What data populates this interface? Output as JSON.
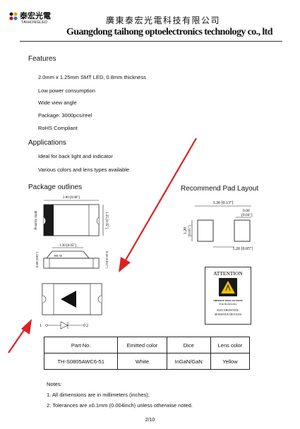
{
  "header": {
    "logo_cn": "泰宏光電",
    "logo_en": "TAIHONGLED",
    "company_cn": "廣東泰宏光電科技有限公司",
    "company_en": "Guangdong taihong optoelectronics technology co., ltd"
  },
  "features": {
    "heading": "Features",
    "items": [
      "2.0mm x 1.25mm SMT LED, 0.8mm thickness",
      "Low power consumption",
      "Wide view angle",
      "Package: 3000pcs/reel",
      "RoHS Compliant"
    ]
  },
  "applications": {
    "heading": "Applications",
    "items": [
      "Ideal for back light and indicator",
      "Various colors and lens types available"
    ]
  },
  "package": {
    "heading": "Package outlines",
    "dim_length": "2.00 [0.08\"]",
    "dim_width": "1.25 [0.05\"]",
    "polarity_mark": "Polarity mark",
    "dim_pad": "1.30 [0.05\"]",
    "dim_height": "0.80 [0.03\"]",
    "dim_height2": "0.30 [0.012\"]",
    "dim_r": "R0.30",
    "pin1": "1",
    "pin2": "2"
  },
  "pad_layout": {
    "heading": "Recommend Pad Layout",
    "dim_total": "3.30 [0.13\"]",
    "dim_pad_w": "0.90",
    "dim_pad_w_in": "[0.04\"]",
    "dim_height": "1.20",
    "dim_height_in": "[0.05\"]",
    "dim_gap": "1.20 [0.05\"]"
  },
  "attention": {
    "title": "ATTENTION",
    "line1": "OBSERVE PRECAUTIONS",
    "line2": "FOR HANDLING",
    "line3": "ELECTROSTATIC",
    "line4": "SENSITIVE DEVICES"
  },
  "spec_table": {
    "headers": [
      "Part No.",
      "Emitted color",
      "Dice",
      "Lens color"
    ],
    "row": [
      "TH-S0805AWC6-51",
      "White",
      "InGaN/GaN",
      "Yellow"
    ]
  },
  "notes": {
    "heading": "Notes:",
    "items": [
      "1. All dimensions are in millimeters (inches);",
      "2. Tolerances are ±0.1mm (0.004inch) unless otherwise noted."
    ]
  },
  "page_number": "2/10",
  "colors": {
    "arrow": "#e02020",
    "esd_yellow": "#f2c200"
  }
}
